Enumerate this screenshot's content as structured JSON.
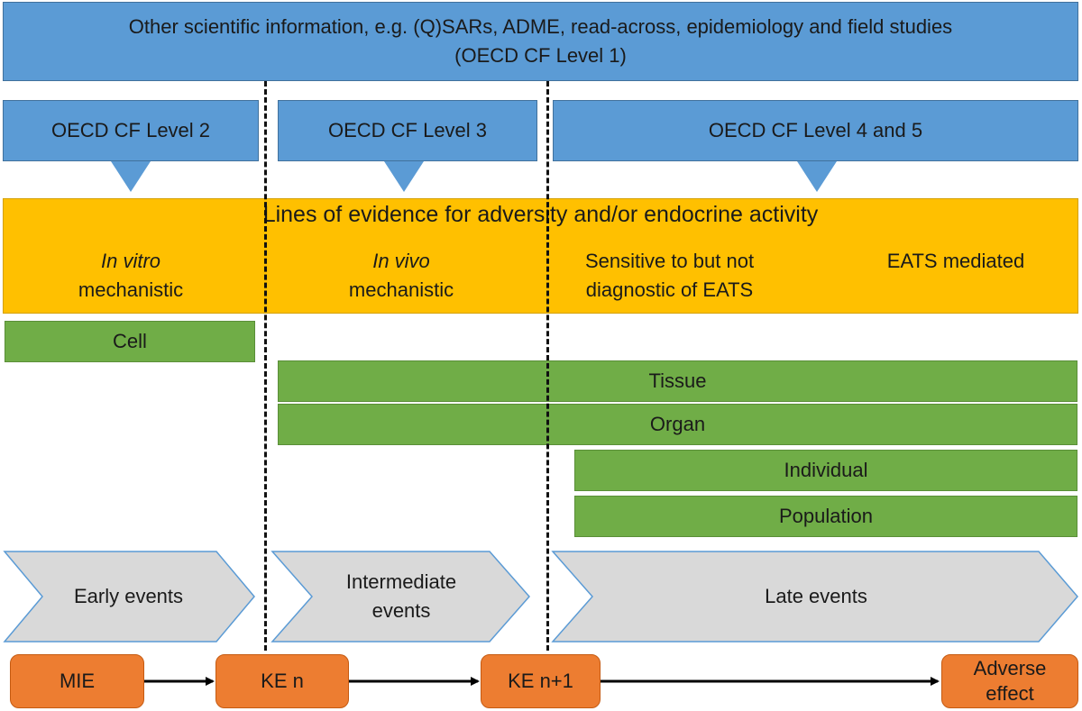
{
  "top_box": {
    "line1": "Other scientific information, e.g. (Q)SARs, ADME, read-across, epidemiology and field studies",
    "line2": "(OECD CF Level 1)"
  },
  "levels": {
    "level2": "OECD CF Level 2",
    "level3": "OECD CF Level 3",
    "level45": "OECD CF Level 4 and 5"
  },
  "evidence": {
    "title": "Lines of evidence for adversity and/or endocrine activity",
    "in_vitro_italic": "In vitro",
    "in_vitro_rest": "mechanistic",
    "in_vivo_italic": "In vivo",
    "in_vivo_rest": "mechanistic",
    "sensitive_line1": "Sensitive to but not",
    "sensitive_line2": "diagnostic of EATS",
    "eats": "EATS mediated"
  },
  "levels_of_organisation": {
    "cell": "Cell",
    "tissue": "Tissue",
    "organ": "Organ",
    "individual": "Individual",
    "population": "Population"
  },
  "events": {
    "early": "Early events",
    "intermediate_line1": "Intermediate",
    "intermediate_line2": "events",
    "late": "Late events"
  },
  "pathway": {
    "mie": "MIE",
    "ke_n": "KE n",
    "ke_n1": "KE n+1",
    "adverse_line1": "Adverse",
    "adverse_line2": "effect"
  },
  "colors": {
    "blue": "#5b9bd5",
    "yellow": "#ffc000",
    "green": "#70ad47",
    "grey": "#d9d9d9",
    "orange": "#ed7d31"
  }
}
